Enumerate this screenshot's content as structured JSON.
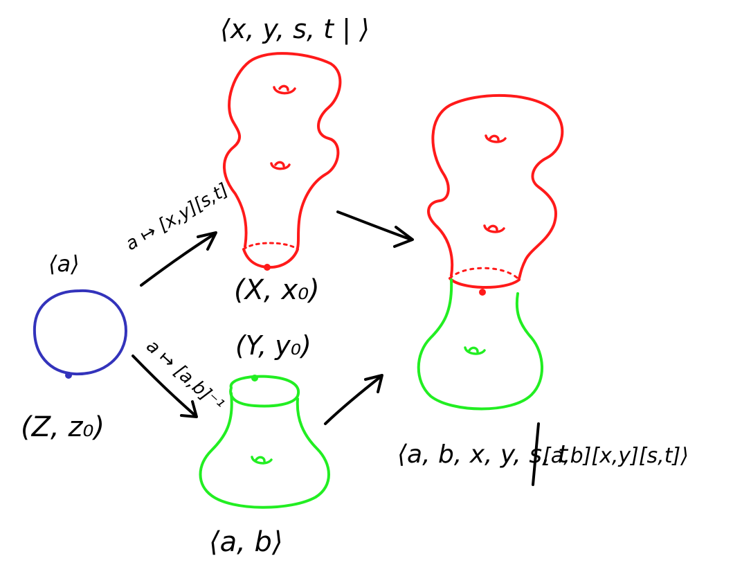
{
  "colors": {
    "background": "#ffffff",
    "ink": "#000000",
    "circle": "#3333bb",
    "surface_x": "#ff1a1a",
    "surface_y": "#22ee22"
  },
  "labels": {
    "circle_group": "⟨a⟩",
    "circle_space": "(Z, z₀)",
    "x_group": "⟨x, y, s, t | ⟩",
    "x_space": "(X, x₀)",
    "y_space": "(Y, y₀)",
    "y_group": "⟨a, b⟩",
    "map_to_x": "a ↦ [x,y][s,t]",
    "map_to_y": "a ↦ [a,b]⁻¹",
    "glued_group_left": "⟨a, b, x, y, s, t",
    "glued_group_right": "[a,b][x,y][s,t]⟩"
  }
}
